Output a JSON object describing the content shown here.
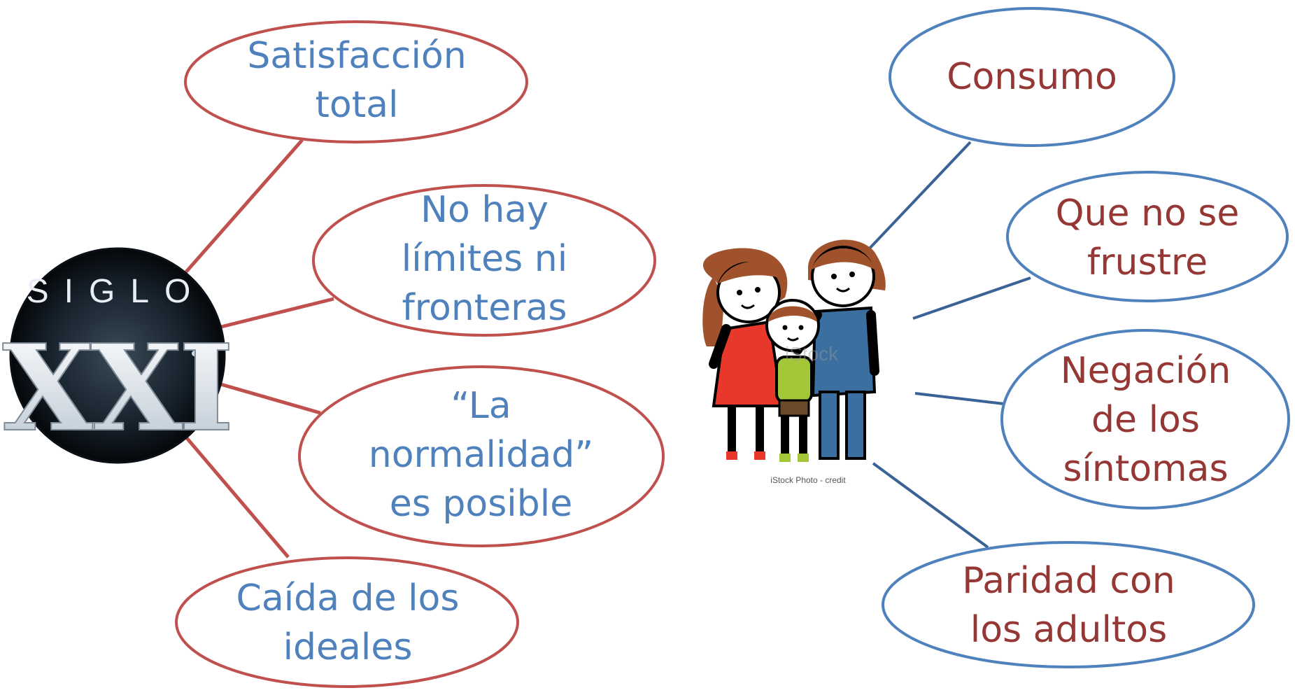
{
  "colors": {
    "left_stroke": "#c0504d",
    "left_text": "#4f81bd",
    "right_stroke": "#4f81bd",
    "right_text": "#953735",
    "connector_right": "#3b6296"
  },
  "left_hub": {
    "title_word": "SIGLO",
    "numeral": "XXI"
  },
  "left_nodes": [
    {
      "id": "satisfaccion",
      "text": "Satisfacción\ntotal"
    },
    {
      "id": "limites",
      "text": "No hay\nlímites ni\nfronteras"
    },
    {
      "id": "normalidad",
      "text": "“La\nnormalidad”\nes posible"
    },
    {
      "id": "ideales",
      "text": "Caída de los\nideales"
    }
  ],
  "right_hub": {
    "watermark": "iStock",
    "caption": "iStock Photo - credit"
  },
  "right_nodes": [
    {
      "id": "consumo",
      "text": "Consumo"
    },
    {
      "id": "frustre",
      "text": "Que no se\nfrustre"
    },
    {
      "id": "sintomas",
      "text": "Negación\nde los\nsíntomas"
    },
    {
      "id": "paridad",
      "text": "Paridad con\nlos adultos"
    }
  ]
}
